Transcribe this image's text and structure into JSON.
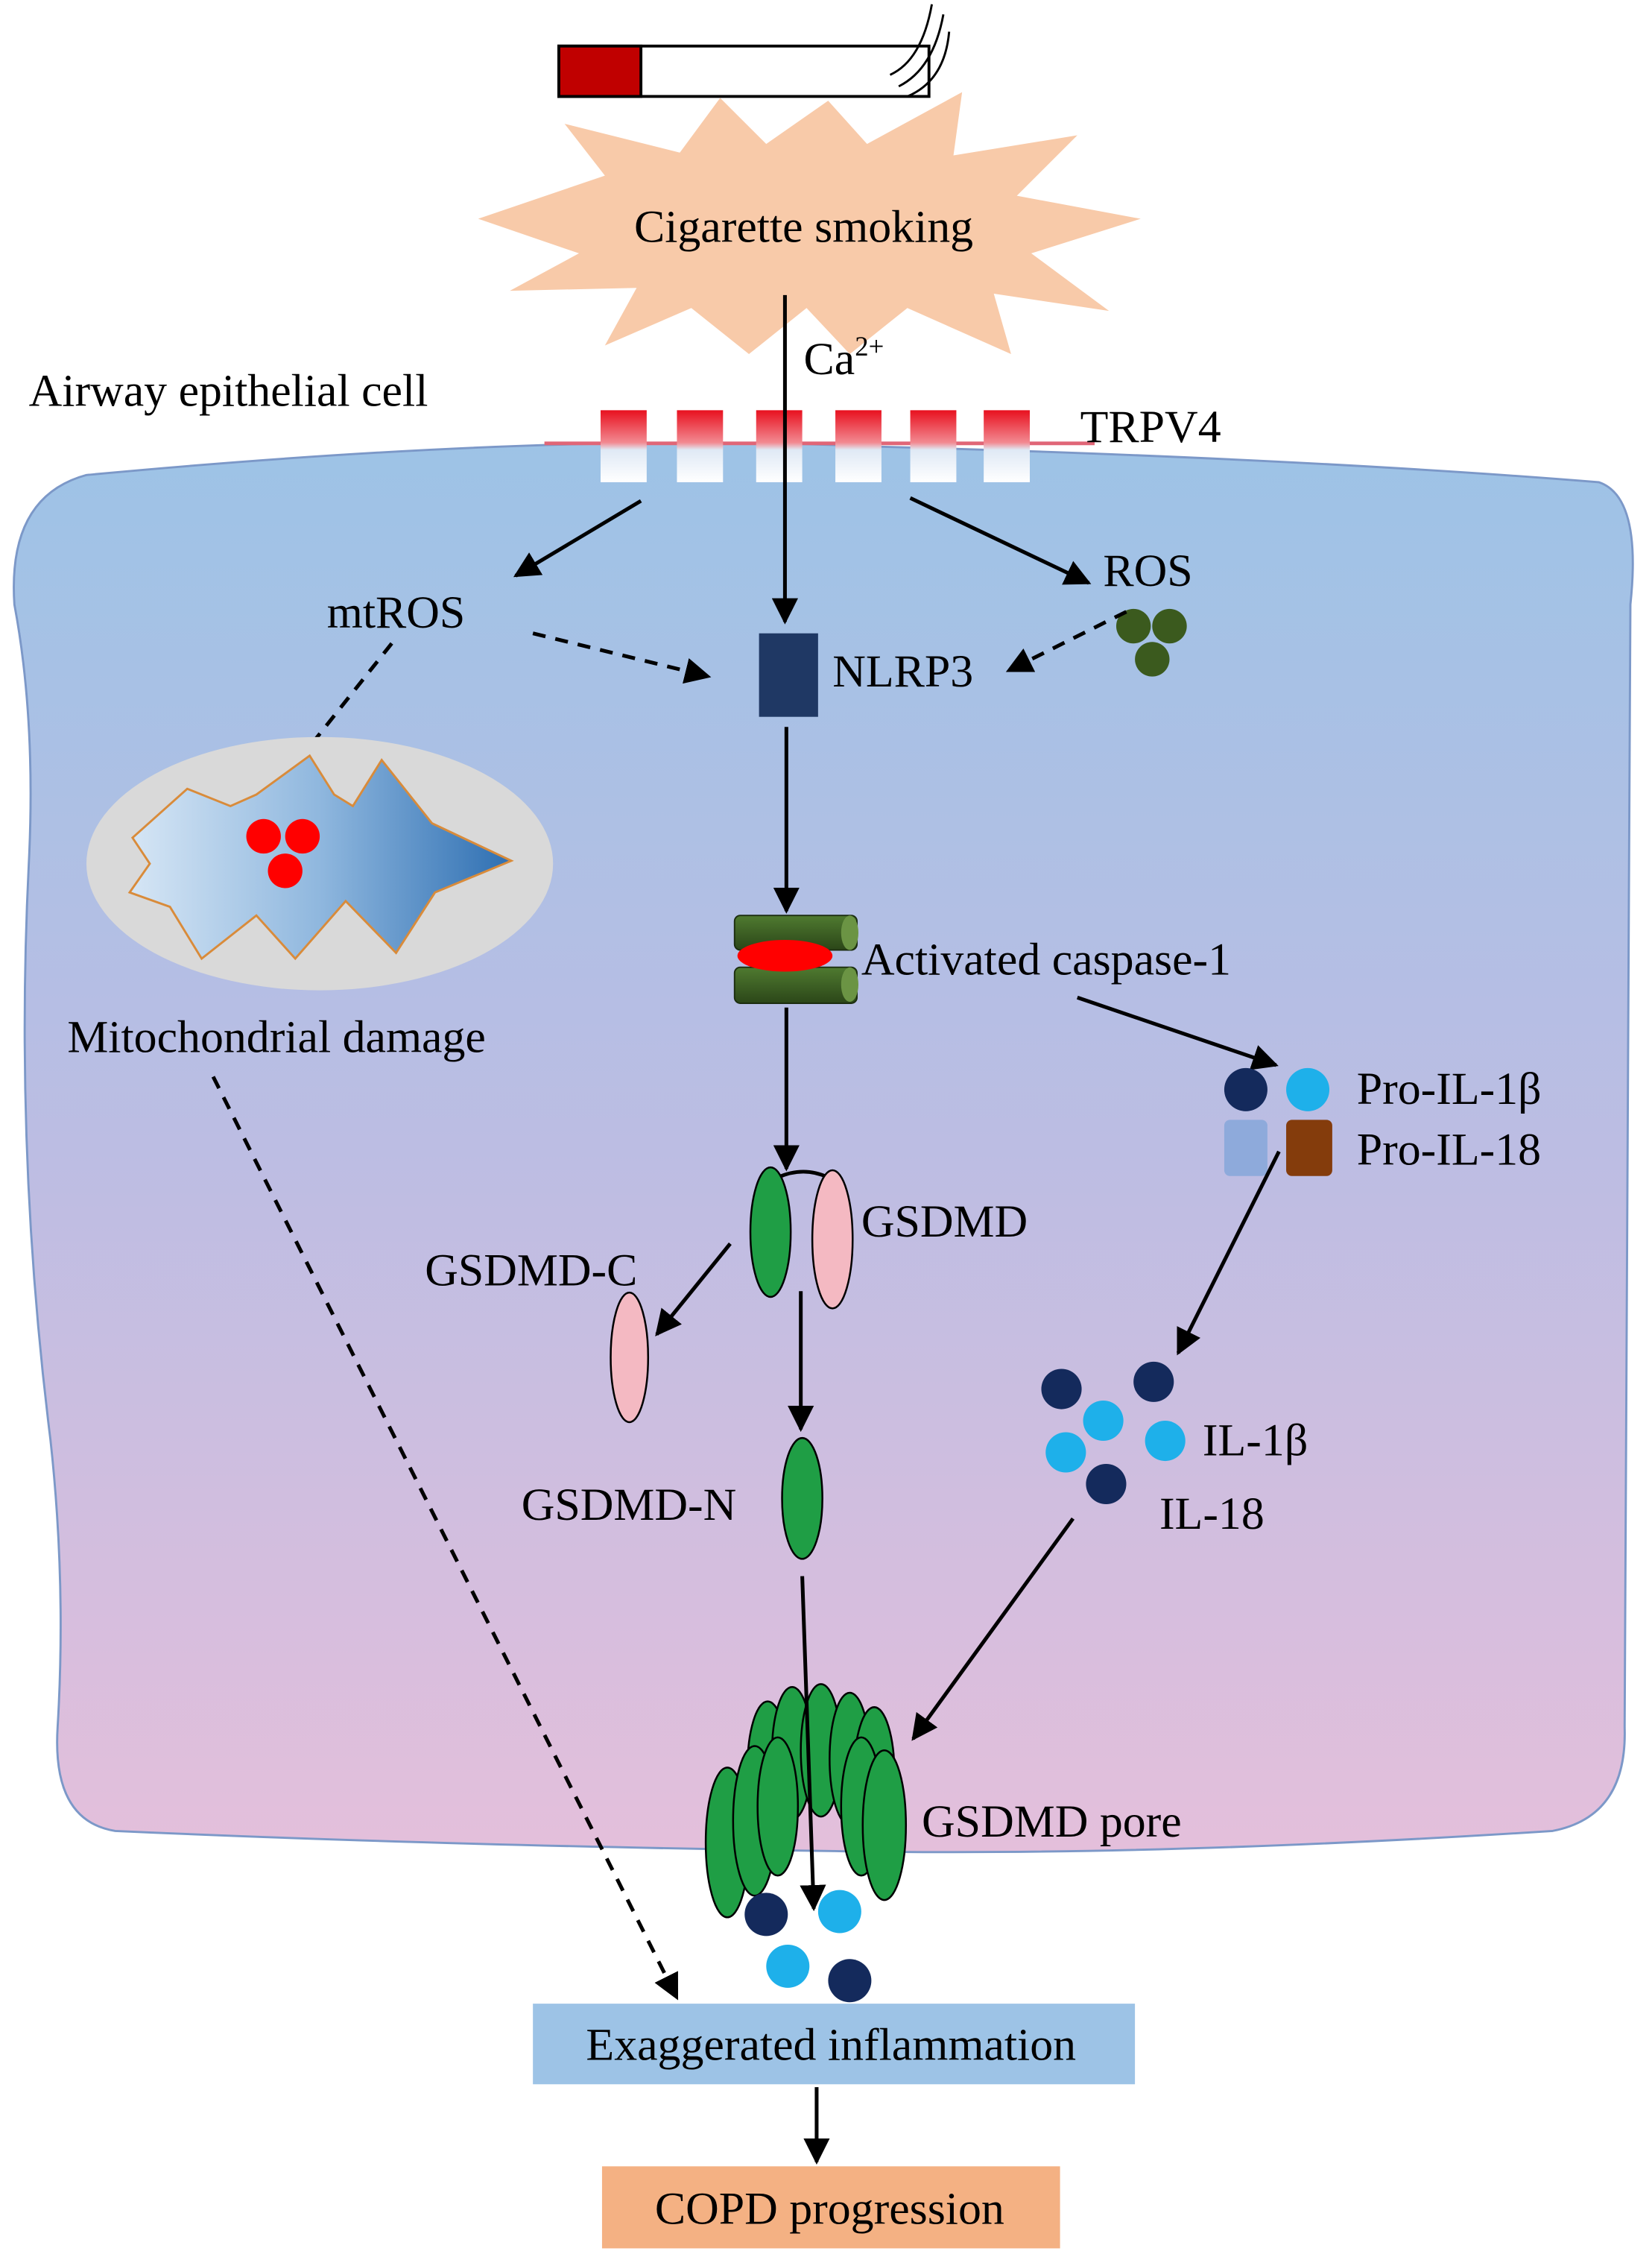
{
  "stimulus": "Cigarette smoking",
  "ion": {
    "symbol": "Ca",
    "charge": "2+"
  },
  "cell_label": "Airway epithelial cell",
  "channel_label": "TRPV4",
  "nodes": {
    "mtros": "mtROS",
    "ros": "ROS",
    "nlrp3": "NLRP3",
    "mito": "Mitochondrial damage",
    "caspase": "Activated caspase-1",
    "pro_il1b": "Pro-IL-1β",
    "pro_il18": "Pro-IL-18",
    "gsdmd": "GSDMD",
    "gsdmd_c": "GSDMD-C",
    "gsdmd_n": "GSDMD-N",
    "il1b": "IL-1β",
    "il18": "IL-18",
    "pore": "GSDMD pore",
    "inflammation": "Exaggerated inflammation",
    "copd": "COPD progression"
  },
  "colors": {
    "burst": "#f8caa9",
    "cell_top": "#9dc3e6",
    "cell_bottom": "#e4bfdb",
    "nlrp3": "#1f3864",
    "caspase": "#375623",
    "gsdmd_n": "#1f9e45",
    "gsdmd_c": "#f4b9c2",
    "il_dark": "#142a5c",
    "il_light": "#1eb0ea",
    "inflammation_box": "#9dc3e6",
    "copd_box": "#f4b183"
  }
}
